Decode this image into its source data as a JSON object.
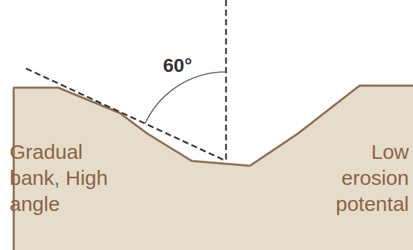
{
  "diagram": {
    "labels": [
      "60°",
      "Gradual bank, High angle",
      "Low erosion potental"
    ]
  }
}
